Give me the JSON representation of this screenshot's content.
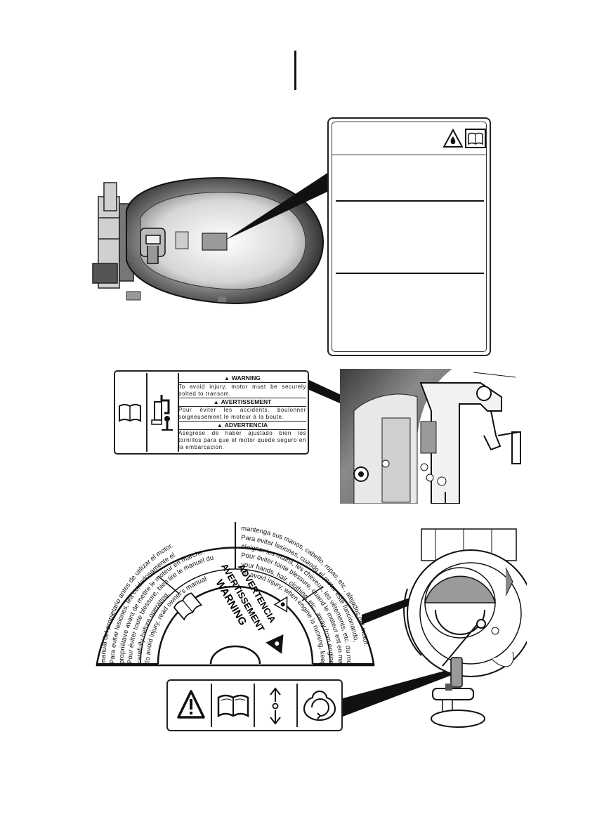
{
  "labels": {
    "mount_warning": {
      "warning_title": "WARNING",
      "warning_text": "To avoid injury, motor must be securely bolted to transom.",
      "avert_title": "AVERTISSEMENT",
      "avert_text": "Pour éviter les accidents, boulonner soigneusement le moteur à la boute.",
      "advert_title": "ADVERTENCIA",
      "advert_text": "Asegrese de haber ajustado bien los tornillos para que el motor quede seguro en la embarcacion."
    },
    "starter_warning": {
      "title_en": "WARNING",
      "title_fr": "AVERTISSEMENT",
      "title_es": "ADVERTENCIA",
      "arc_lines": [
        "To avoid injury, read owner's manual",
        "carefully before operating.",
        "Pour éviter toute blessure, bien lire le manuel du",
        "propriétaire avant de mettre le moteur en marche.",
        "Para evitar lesiones, lea cuidadosamente el",
        "manual del propietario antes de utilizar el motor.",
        "To avoid injury, when engine is running, keep",
        "your hands, hair, clothing, etc., away from engine.",
        "Pour éviter toute blessure, quand le moteur est en marche,",
        "éloigner les mains, les cheveux, les vêtements, etc. du moteur.",
        "Para evitar lesiones, cuando el motor esté funcionando,",
        "mantenga sus manos, cabello, ropas, etc., alejados del motor."
      ]
    }
  },
  "colors": {
    "line": "#111111",
    "engine_dark": "#3a3a3a",
    "engine_mid": "#8a8a8a",
    "label_fill": "#9a9a9a"
  },
  "icons": [
    "fire-warning-icon",
    "manual-book-icon",
    "clamp-icon",
    "alert-triangle-icon",
    "up-down-arrow-icon",
    "rotate-knob-icon"
  ]
}
